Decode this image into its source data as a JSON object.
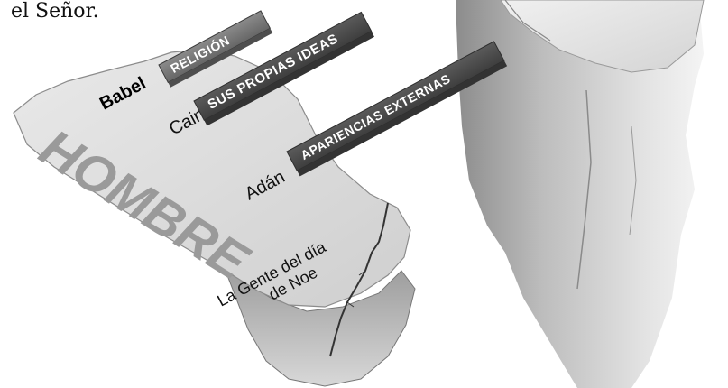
{
  "caption": "el Señor.",
  "rock_left": {
    "word": "HOMBRE",
    "places": {
      "babel": "Babel",
      "cain": "Cain",
      "adan": "Adán",
      "noe_line1": "La Gente del día",
      "noe_line2": "de Noe"
    }
  },
  "signs": {
    "religion": "RELIGIÓN",
    "ideas": "SUS PROPIAS IDEAS",
    "apariencias": "APARIENCIAS EXTERNAS"
  },
  "colors": {
    "rock_top": "#dcdcdc",
    "rock_side": "#a8a8a8",
    "sign_dark": "#4a4a4a",
    "sign_mid": "#7a7a7a",
    "sign_light": "#b0b0b0"
  }
}
